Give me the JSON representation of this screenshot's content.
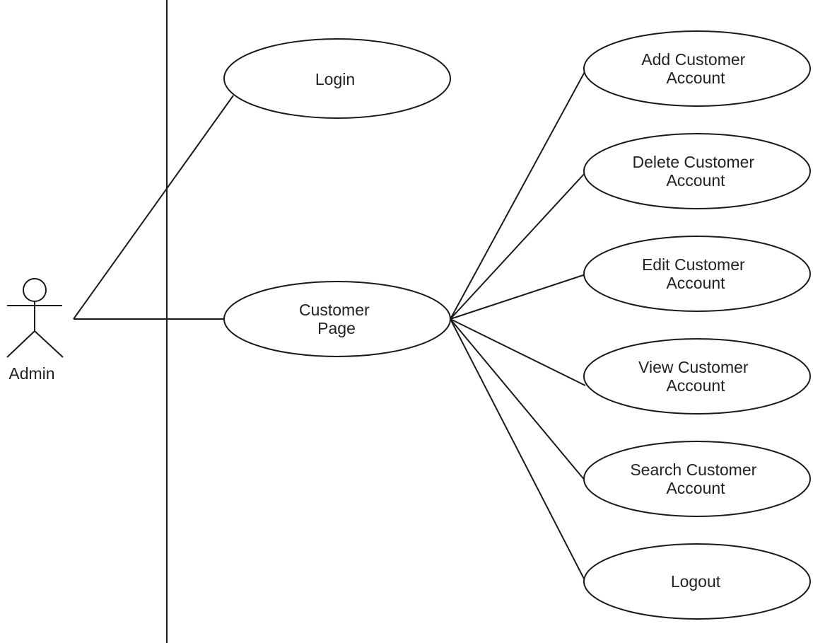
{
  "actor": {
    "name": "Admin",
    "icon": "stick-figure-actor-icon"
  },
  "use_cases": {
    "login": "Login",
    "customer_page": [
      "Customer",
      "Page"
    ],
    "add_customer_account": [
      "Add Customer",
      "Account"
    ],
    "delete_customer_account": [
      "Delete Customer",
      "Account"
    ],
    "edit_customer_account": [
      "Edit Customer",
      "Account"
    ],
    "view_customer_account": [
      "View Customer",
      "Account"
    ],
    "search_customer_account": [
      "Search Customer",
      "Account"
    ],
    "logout": "Logout"
  },
  "colors": {
    "stroke": "#1a1a1a",
    "background": "#ffffff",
    "text": "#222222"
  }
}
